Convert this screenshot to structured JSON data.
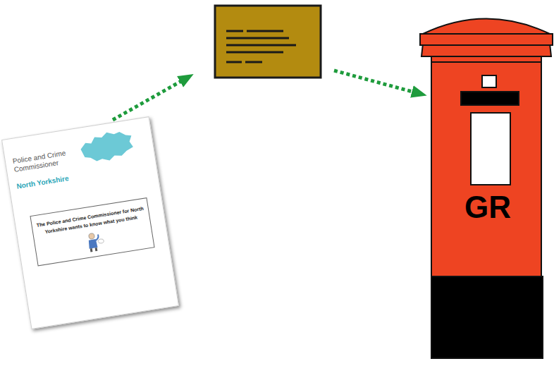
{
  "diagram": {
    "nodes": [
      {
        "text": [
          "Police and Crime Commissioner",
          "North Yorkshire"
        ]
      },
      {
        "text": [
          "The Police and Crime Commissioner for North Yorkshire wants to know what you think"
        ],
        "in": 0
      },
      {
        "text": [
          "GR"
        ]
      }
    ]
  }
}
